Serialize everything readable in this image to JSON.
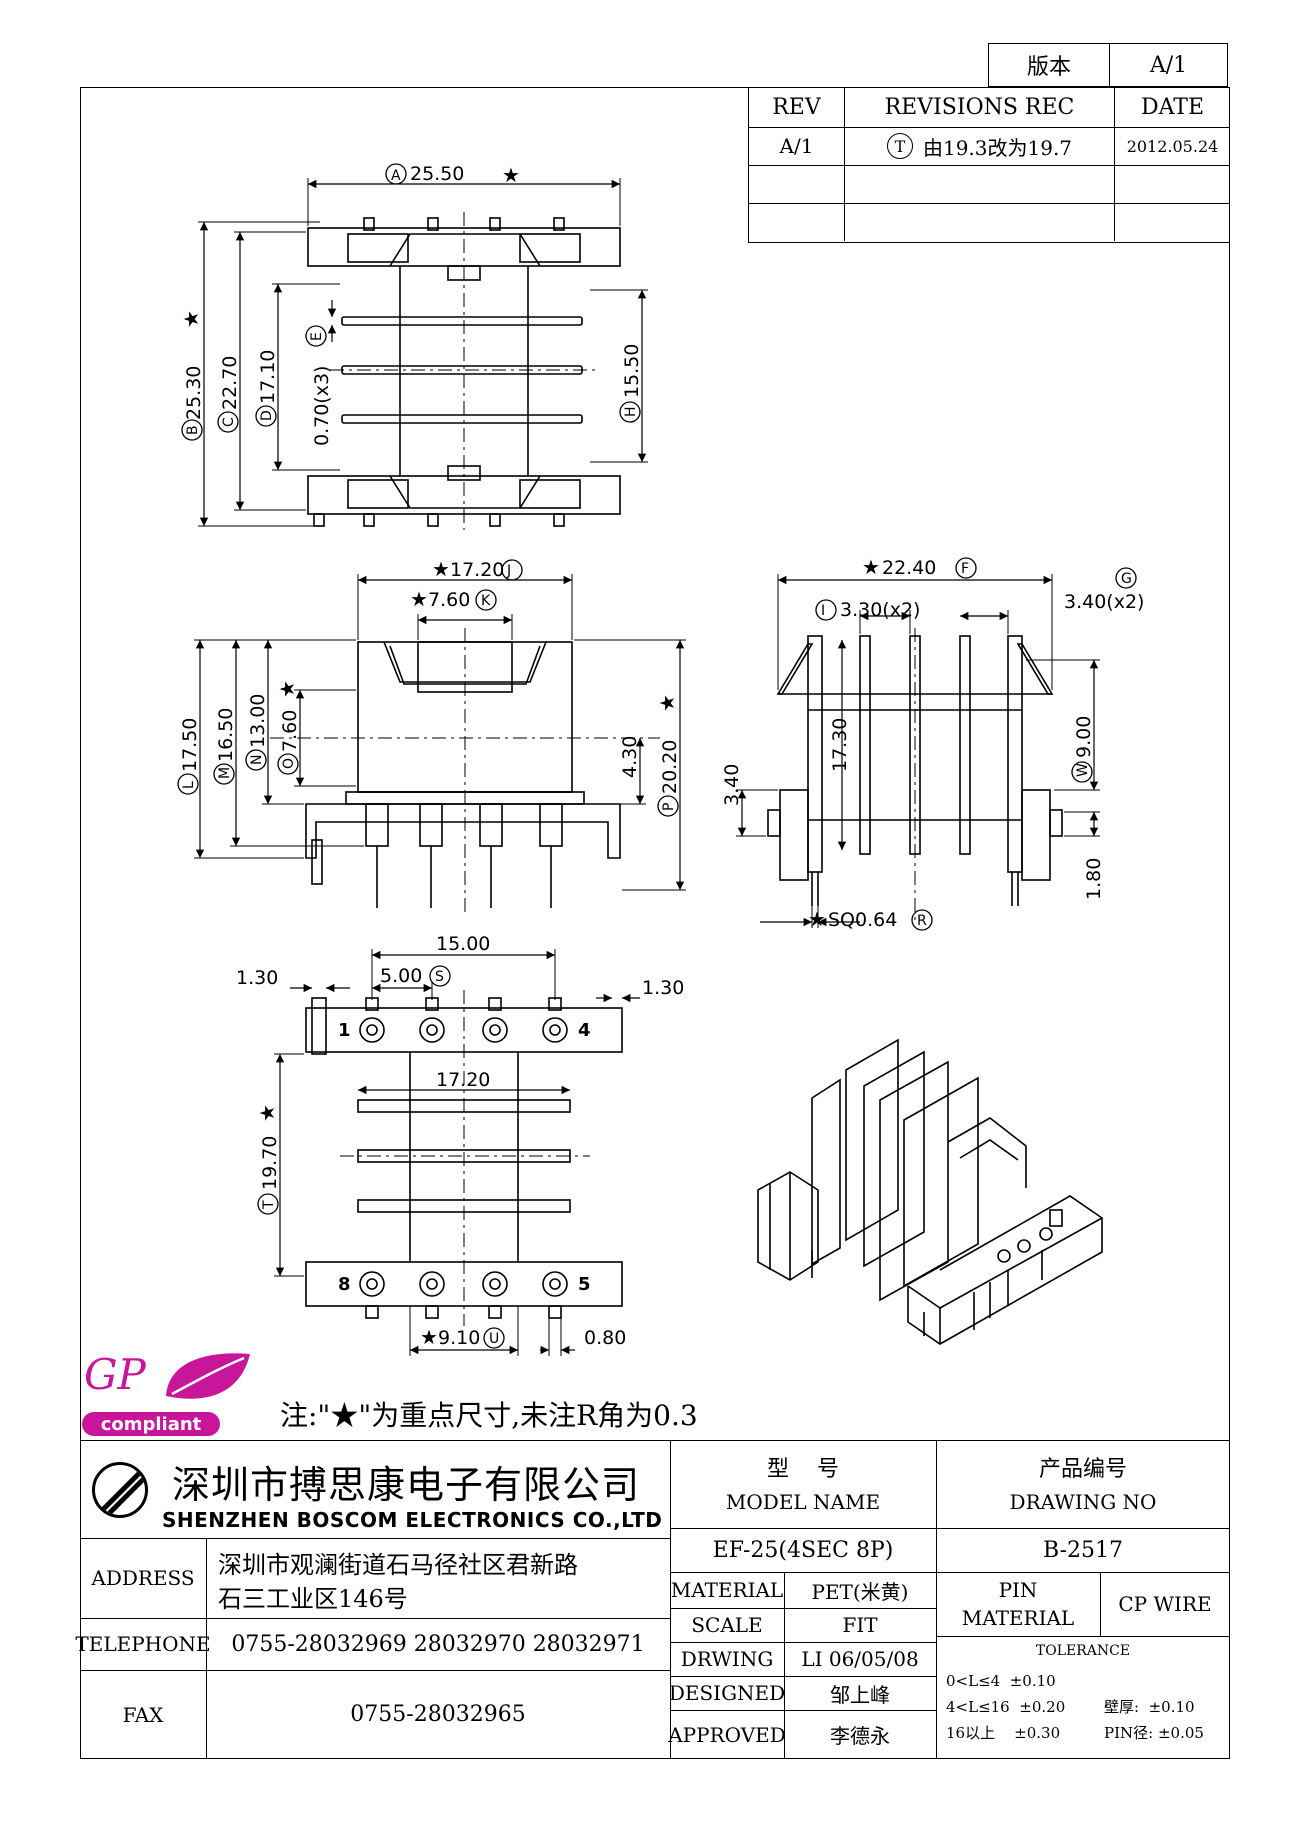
{
  "version_box": {
    "label": "版本",
    "value": "A/1"
  },
  "revisions": {
    "headers": [
      "REV",
      "REVISIONS REC",
      "DATE"
    ],
    "rows": [
      {
        "rev": "A/1",
        "mark": "T",
        "text": "由19.3改为19.7",
        "date": "2012.05.24"
      },
      {
        "rev": "",
        "mark": "",
        "text": "",
        "date": ""
      },
      {
        "rev": "",
        "mark": "",
        "text": "",
        "date": ""
      }
    ]
  },
  "views": {
    "top": {
      "dims": [
        {
          "id": "A",
          "value": "25.50",
          "star": true
        },
        {
          "id": "B",
          "value": "25.30",
          "star": true
        },
        {
          "id": "C",
          "value": "22.70",
          "star": false
        },
        {
          "id": "D",
          "value": "17.10",
          "star": false
        },
        {
          "id": "E",
          "value": "0.70(x3)",
          "star": false
        },
        {
          "id": "H",
          "value": "15.50",
          "star": false
        }
      ]
    },
    "front": {
      "dims": [
        {
          "id": "J",
          "value": "17.20",
          "star": true
        },
        {
          "id": "K",
          "value": "7.60",
          "star": true
        },
        {
          "id": "L",
          "value": "17.50",
          "star": false
        },
        {
          "id": "M",
          "value": "16.50",
          "star": false
        },
        {
          "id": "N",
          "value": "13.00",
          "star": false
        },
        {
          "id": "O",
          "value": "7.60",
          "star": true
        },
        {
          "id": "",
          "value": "4.30",
          "star": false
        },
        {
          "id": "P",
          "value": "20.20",
          "star": true
        }
      ]
    },
    "side": {
      "dims": [
        {
          "id": "F",
          "value": "22.40",
          "star": true
        },
        {
          "id": "G",
          "value": "3.40(x2)",
          "star": false
        },
        {
          "id": "I",
          "value": "3.30(x2)",
          "star": false
        },
        {
          "id": "",
          "value": "17.30",
          "star": false
        },
        {
          "id": "W",
          "value": "9.00",
          "star": false
        },
        {
          "id": "",
          "value": "3.40",
          "star": false
        },
        {
          "id": "",
          "value": "1.80",
          "star": false
        },
        {
          "id": "R",
          "value": "SQ0.64",
          "star": true
        }
      ]
    },
    "bottom": {
      "dims": [
        {
          "id": "",
          "value": "15.00",
          "star": false
        },
        {
          "id": "S",
          "value": "5.00",
          "star": false
        },
        {
          "id": "",
          "value": "1.30",
          "star": false
        },
        {
          "id": "",
          "value": "1.30",
          "star": false
        },
        {
          "id": "",
          "value": "17.20",
          "star": false
        },
        {
          "id": "T",
          "value": "19.70",
          "star": true
        },
        {
          "id": "U",
          "value": "9.10",
          "star": true
        },
        {
          "id": "",
          "value": "0.80",
          "star": false
        }
      ],
      "pins": [
        "1",
        "4",
        "8",
        "5"
      ]
    }
  },
  "gp_logo": {
    "letters": "GP",
    "word": "compliant"
  },
  "note": "注:\"★\"为重点尺寸,未注R角为0.3",
  "company": {
    "name_cn": "深圳市搏思康电子有限公司",
    "name_en": "SHENZHEN BOSCOM ELECTRONICS CO.,LTD",
    "address_label": "ADDRESS",
    "address_line1": "深圳市观澜街道石马径社区君新路",
    "address_line2": "石三工业区146号",
    "telephone_label": "TELEPHONE",
    "telephone": "0755-28032969 28032970 28032971",
    "fax_label": "FAX",
    "fax": "0755-28032965"
  },
  "model": {
    "label_cn": "型    号",
    "label_en": "MODEL NAME",
    "value": "EF-25(4SEC 8P)"
  },
  "drawing": {
    "label_cn": "产品编号",
    "label_en": "DRAWING NO",
    "value": "B-2517"
  },
  "specs": {
    "material_label": "MATERIAL",
    "material": "PET(米黄)",
    "scale_label": "SCALE",
    "scale": "FIT",
    "drawing_label": "DRWING",
    "drawing": "LI 06/05/08",
    "designed_label": "DESIGNED",
    "designed": "邹上峰",
    "approved_label": "APPROVED",
    "approved": "李德永"
  },
  "pin_material": {
    "label_line1": "PIN",
    "label_line2": "MATERIAL",
    "value": "CP WIRE"
  },
  "tolerance": {
    "title": "TOLERANCE",
    "row1": "0<L≤4  ±0.10",
    "row2": "4<L≤16  ±0.20",
    "row3": "16以上    ±0.30",
    "wall": "壁厚:  ±0.10",
    "pin": "PIN径: ±0.05"
  },
  "colors": {
    "logo_magenta": "#c8169b",
    "ink": "#000000"
  }
}
